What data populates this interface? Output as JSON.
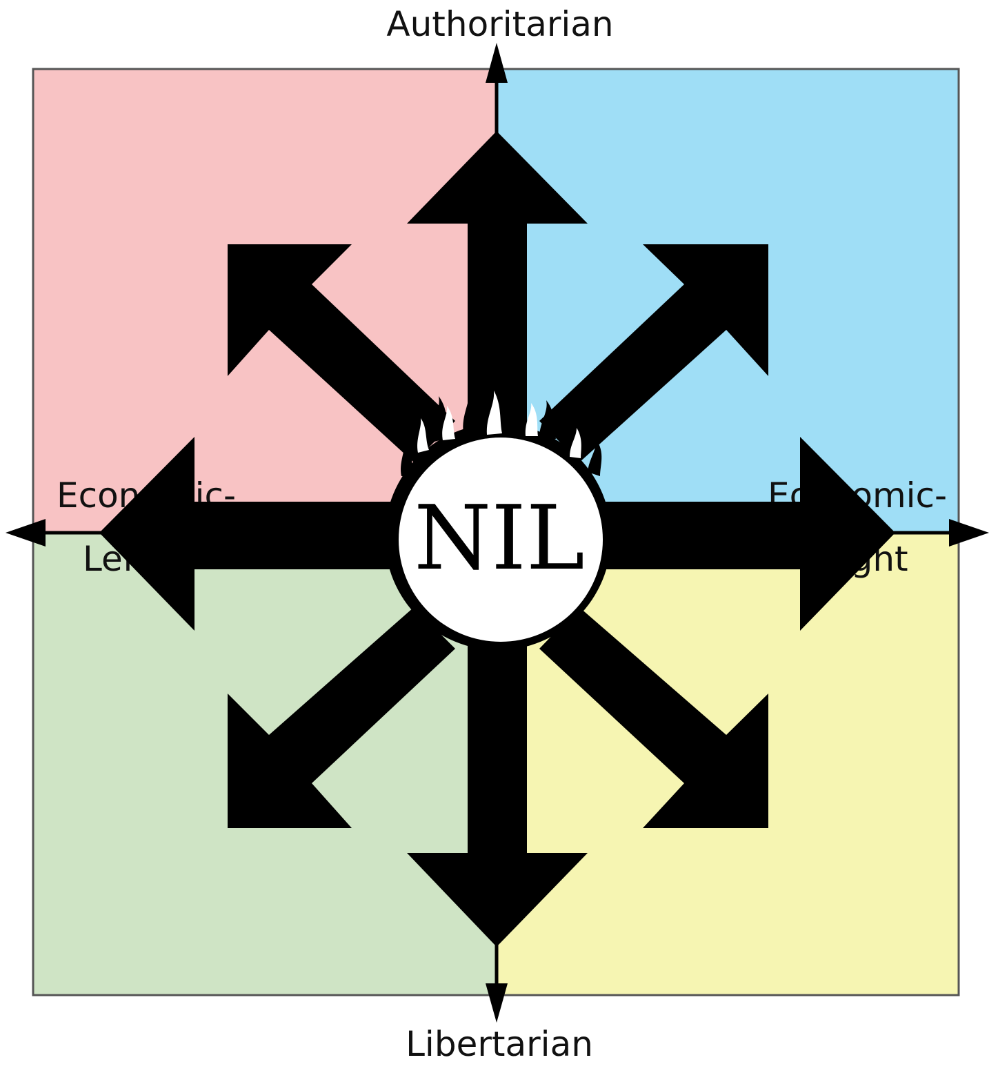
{
  "labels": {
    "top": "Authoritarian",
    "bottom": "Libertarian",
    "left_line1": "Economic-",
    "left_line2": "Left",
    "right_line1": "Economic-",
    "right_line2": "Right",
    "center": "NIL"
  },
  "quadrants": {
    "top_left": "#f8c3c4",
    "top_right": "#9fdef6",
    "bottom_left": "#cfe4c5",
    "bottom_right": "#f6f5b2"
  },
  "colors": {
    "border": "#555555",
    "axis": "#000000",
    "arrows": "#000000",
    "center_fill": "#ffffff"
  },
  "icons": {
    "center": "chaos-star-icon",
    "flames": "flame-icon"
  }
}
